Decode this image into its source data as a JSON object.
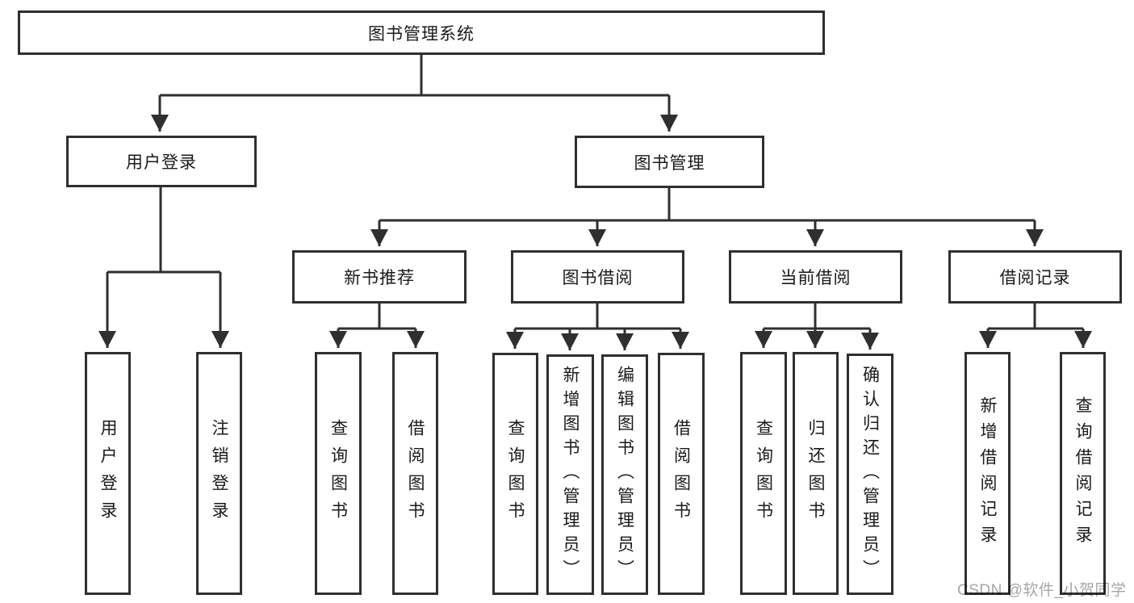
{
  "diagram": {
    "root": {
      "label": "图书管理系统"
    },
    "branches": [
      {
        "label": "用户登录",
        "children": [
          {
            "label": "用户登录"
          },
          {
            "label": "注销登录"
          }
        ]
      },
      {
        "label": "图书管理",
        "children": [
          {
            "label": "新书推荐",
            "children": [
              {
                "label": "查询图书"
              },
              {
                "label": "借阅图书"
              }
            ]
          },
          {
            "label": "图书借阅",
            "children": [
              {
                "label": "查询图书"
              },
              {
                "label": "新增图书（管理员）"
              },
              {
                "label": "编辑图书（管理员）"
              },
              {
                "label": "借阅图书"
              }
            ]
          },
          {
            "label": "当前借阅",
            "children": [
              {
                "label": "查询图书"
              },
              {
                "label": "归还图书"
              },
              {
                "label": "确认归还（管理员）"
              }
            ]
          },
          {
            "label": "借阅记录",
            "children": [
              {
                "label": "新增借阅记录"
              },
              {
                "label": "查询借阅记录"
              }
            ]
          }
        ]
      }
    ]
  },
  "watermark": {
    "text": "CSDN @软件_小贺同学"
  },
  "colors": {
    "line": "#2f2f2f",
    "box_border": "#2f2f2f",
    "box_fill": "#ffffff",
    "text": "#1a1a1a",
    "watermark": "#a6a6a6",
    "background": "#ffffff"
  }
}
